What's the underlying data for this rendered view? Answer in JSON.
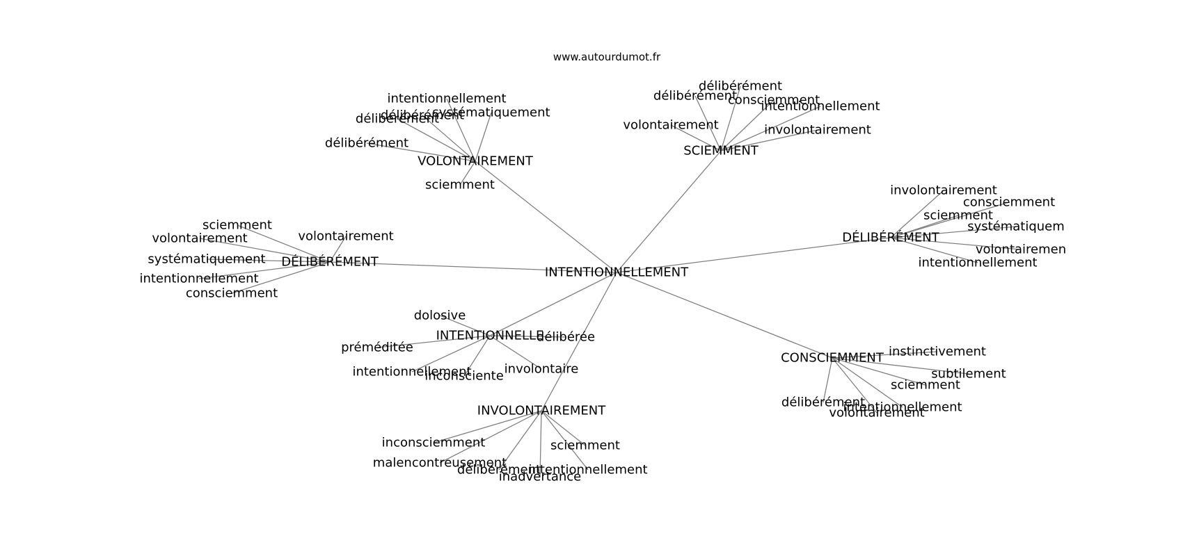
{
  "watermark": "www.autourdumot.fr",
  "colors": {
    "edge": "#808080",
    "text": "#000000",
    "background": "#ffffff"
  },
  "graph": {
    "root": "INTENTIONNELLEMENT",
    "hubs": [
      {
        "label": "VOLONTAIREMENT",
        "leaves": [
          "intentionnellement",
          "systématiquement",
          "délibérément",
          "délibérément",
          "délibérément",
          "sciemment"
        ]
      },
      {
        "label": "SCIEMMENT",
        "leaves": [
          "délibérément",
          "délibérément",
          "consciemment",
          "intentionnellement",
          "volontairement",
          "involontairement"
        ]
      },
      {
        "label": "DÉLIBÉRÉMENT",
        "leaves": [
          "involontairement",
          "consciemment",
          "sciemment",
          "systématiquem",
          "volontairemen",
          "intentionnellement"
        ]
      },
      {
        "label": "DÉLIBÉRÉMENT",
        "leaves": [
          "sciemment",
          "volontairement",
          "volontairement",
          "systématiquement",
          "intentionnellement",
          "consciemment"
        ]
      },
      {
        "label": "INTENTIONNELLE",
        "leaves": [
          "dolosive",
          "délibérée",
          "préméditée",
          "involontaire",
          "intentionnellement",
          "inconsciente"
        ]
      },
      {
        "label": "CONSCIEMMENT",
        "leaves": [
          "instinctivement",
          "subtilement",
          "sciemment",
          "délibérément",
          "intentionnellement",
          "volontairement"
        ]
      },
      {
        "label": "INVOLONTAIREMENT",
        "leaves": [
          "inconsciemment",
          "sciemment",
          "malencontreusement",
          "délibérément",
          "intentionnellement",
          "inadvertance"
        ]
      }
    ]
  }
}
